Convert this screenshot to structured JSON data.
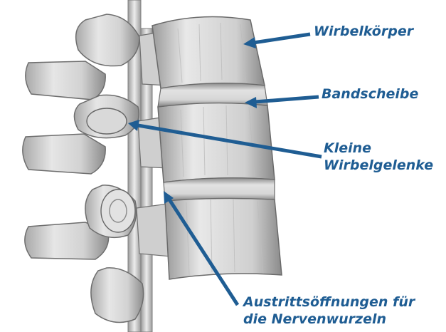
{
  "labels": {
    "wirbelkoerper": "Wirbelkörper",
    "bandscheibe": "Bandscheibe",
    "gelenke_line1": "Kleine",
    "gelenke_line2": "Wirbelgelenke",
    "austritt_line1": "Austrittsöffnungen für",
    "austritt_line2": "die Nervenwurzeln"
  },
  "colors": {
    "label_text": "#1f5d93",
    "leader_line": "#1f5d93",
    "bone_light": "#e4e4e4",
    "bone_mid": "#b9b9b9",
    "bone_dark": "#7a7a7a",
    "disc": "#d0d0d0",
    "spinal_cord": "#dcdcdc"
  }
}
